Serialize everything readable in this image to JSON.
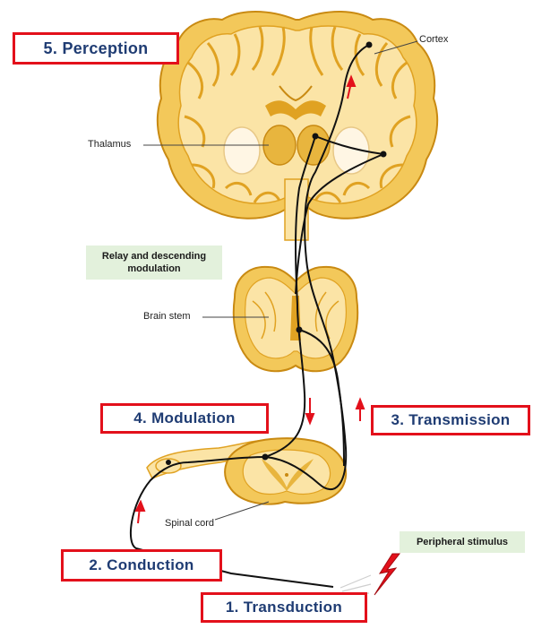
{
  "stages": {
    "perception": "5. Perception",
    "modulation": "4. Modulation",
    "transmission": "3. Transmission",
    "conduction": "2. Conduction",
    "transduction": "1. Transduction"
  },
  "labels": {
    "cortex": "Cortex",
    "thalamus": "Thalamus",
    "brain_stem": "Brain stem",
    "spinal_cord": "Spinal cord",
    "relay": "Relay and descending modulation",
    "peripheral_stimulus": "Peripheral stimulus"
  },
  "colors": {
    "label_border": "#e3101b",
    "label_text": "#1f3c73",
    "tissue_light": "#fbe4a6",
    "tissue_mid": "#f3c85a",
    "tissue_dark": "#e0a222",
    "arrow": "#e3101b",
    "note_bg": "#e3f1dc"
  }
}
